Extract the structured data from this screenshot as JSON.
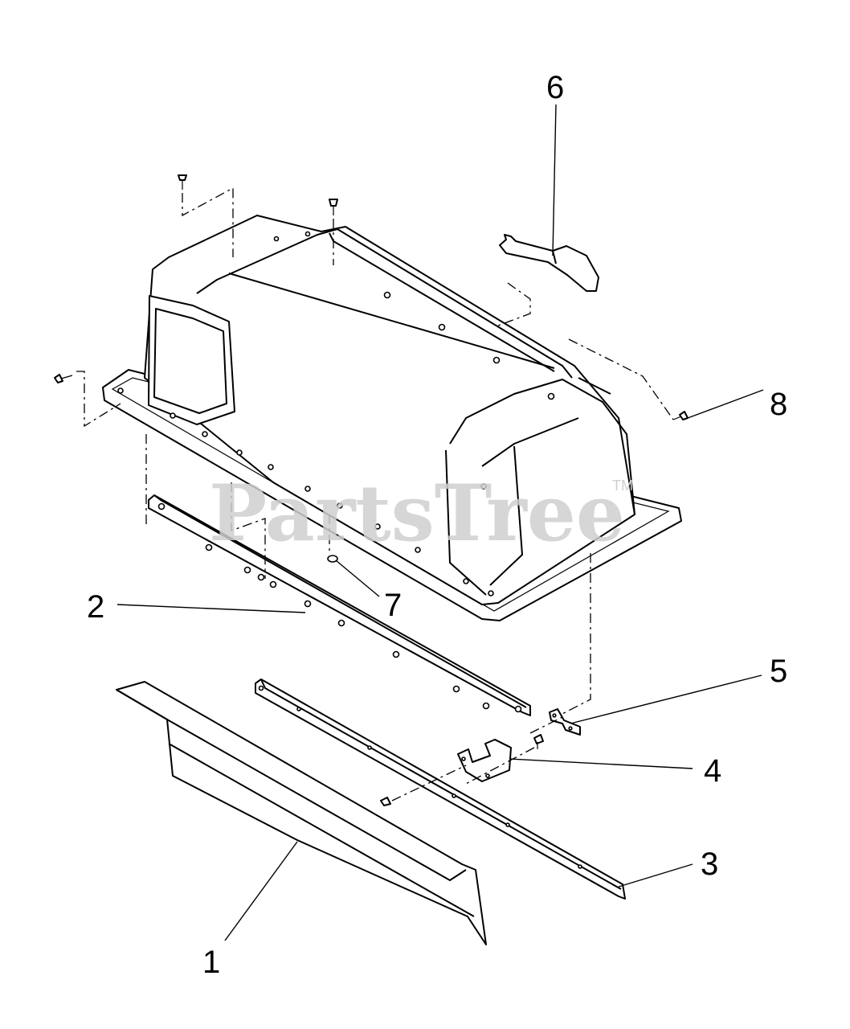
{
  "diagram": {
    "watermark": "PartsTree",
    "trademark": "TM",
    "callouts": [
      {
        "id": "1",
        "label": "1"
      },
      {
        "id": "2",
        "label": "2"
      },
      {
        "id": "3",
        "label": "3"
      },
      {
        "id": "4",
        "label": "4"
      },
      {
        "id": "5",
        "label": "5"
      },
      {
        "id": "6",
        "label": "6"
      },
      {
        "id": "7",
        "label": "7"
      },
      {
        "id": "8",
        "label": "8"
      }
    ]
  }
}
